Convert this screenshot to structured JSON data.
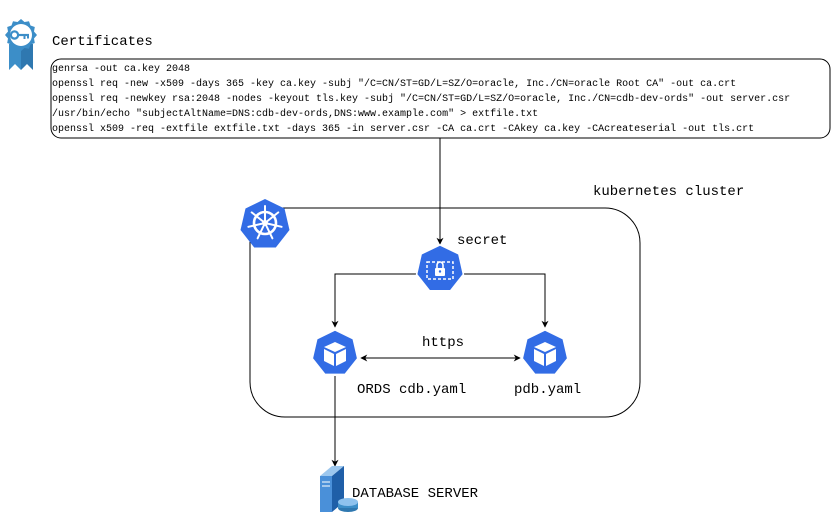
{
  "certificates": {
    "title": "Certificates",
    "commands": [
      "genrsa -out ca.key 2048",
      "openssl req -new -x509 -days 365 -key ca.key -subj \"/C=CN/ST=GD/L=SZ/O=oracle, Inc./CN=oracle Root CA\" -out ca.crt",
      "openssl req -newkey rsa:2048 -nodes -keyout tls.key -subj \"/C=CN/ST=GD/L=SZ/O=oracle, Inc./CN=cdb-dev-ords\" -out server.csr",
      "/usr/bin/echo \"subjectAltName=DNS:cdb-dev-ords,DNS:www.example.com\" > extfile.txt",
      "openssl x509 -req -extfile extfile.txt -days 365 -in server.csr -CA ca.crt -CAkey ca.key -CAcreateserial -out tls.crt"
    ]
  },
  "cluster": {
    "label": "kubernetes cluster"
  },
  "secret": {
    "label": "secret"
  },
  "https": {
    "label": "https"
  },
  "ords": {
    "label": "ORDS cdb.yaml"
  },
  "pdb": {
    "label": "pdb.yaml"
  },
  "database": {
    "label": "DATABASE SERVER"
  },
  "colors": {
    "k8s_blue": "#326CE5",
    "cert_blue": "#3C8EC8",
    "line": "#000000"
  },
  "icons": {
    "certificate": "certificate-badge-icon",
    "kubernetes": "kubernetes-helm-icon",
    "secret": "k8s-secret-icon",
    "pod": "k8s-pod-cube-icon",
    "database": "database-server-icon"
  }
}
